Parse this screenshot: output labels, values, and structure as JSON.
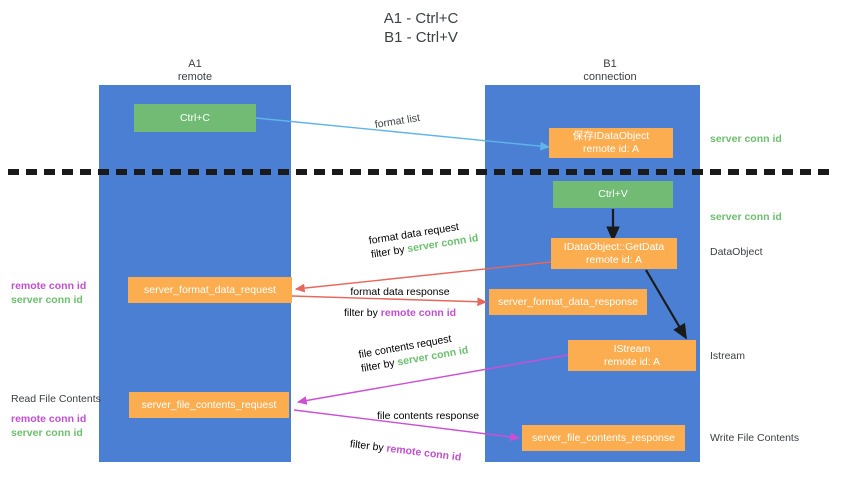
{
  "title": {
    "line1": "A1 - Ctrl+C",
    "line2": "B1 - Ctrl+V"
  },
  "lanes": [
    {
      "name": "A1",
      "sub": "remote"
    },
    {
      "name": "B1",
      "sub": "connection"
    }
  ],
  "boxes": {
    "ctrl_c": {
      "label": "Ctrl+C"
    },
    "ctrl_v": {
      "label": "Ctrl+V"
    },
    "save_dataobject": {
      "line1": "保存IDataObject",
      "line2": "remote id: A"
    },
    "getdata": {
      "line1": "IDataObject::GetData",
      "line2": "remote id: A"
    },
    "istream": {
      "line1": "IStream",
      "line2": "remote id: A"
    },
    "format_data_request": {
      "label": "server_format_data_request"
    },
    "format_data_response": {
      "label": "server_format_data_response"
    },
    "file_contents_request": {
      "label": "server_file_contents_request"
    },
    "file_contents_response": {
      "label": "server_file_contents_response"
    }
  },
  "arrow_labels": {
    "format_list": "format list",
    "format_data_request": {
      "line1": "format data request",
      "prefix": "filter by ",
      "token": "server conn id"
    },
    "format_data_response": {
      "line1": "format data response",
      "prefix": "filter by ",
      "token": "remote conn id"
    },
    "file_contents_request": {
      "line1": "file contents request",
      "prefix": "filter by ",
      "token": "server conn id"
    },
    "file_contents_response": {
      "line1": "file contents response",
      "prefix": "filter by ",
      "token": "remote conn id"
    }
  },
  "right_annotations": [
    {
      "text": "server conn id",
      "kind": "green"
    },
    {
      "text": "server conn id",
      "kind": "green"
    },
    {
      "text": "DataObject",
      "kind": "plain"
    },
    {
      "text": "Istream",
      "kind": "plain"
    },
    {
      "text": "Write File Contents",
      "kind": "plain"
    }
  ],
  "left_annotations": {
    "pair_top": {
      "remote": "remote conn id",
      "server": "server conn id"
    },
    "read_file_contents": "Read File Contents",
    "pair_bottom": {
      "remote": "remote conn id",
      "server": "server conn id"
    }
  },
  "colors": {
    "lane": "#4a7fd4",
    "green_box": "#72bb74",
    "orange_box": "#fbad50",
    "arrow_blue": "#60b4e8",
    "arrow_red": "#e8665a",
    "arrow_magenta": "#cc4fd4",
    "arrow_black": "#1a1a1a",
    "green_text": "#6cbf6e",
    "magenta_text": "#c14fd0"
  }
}
